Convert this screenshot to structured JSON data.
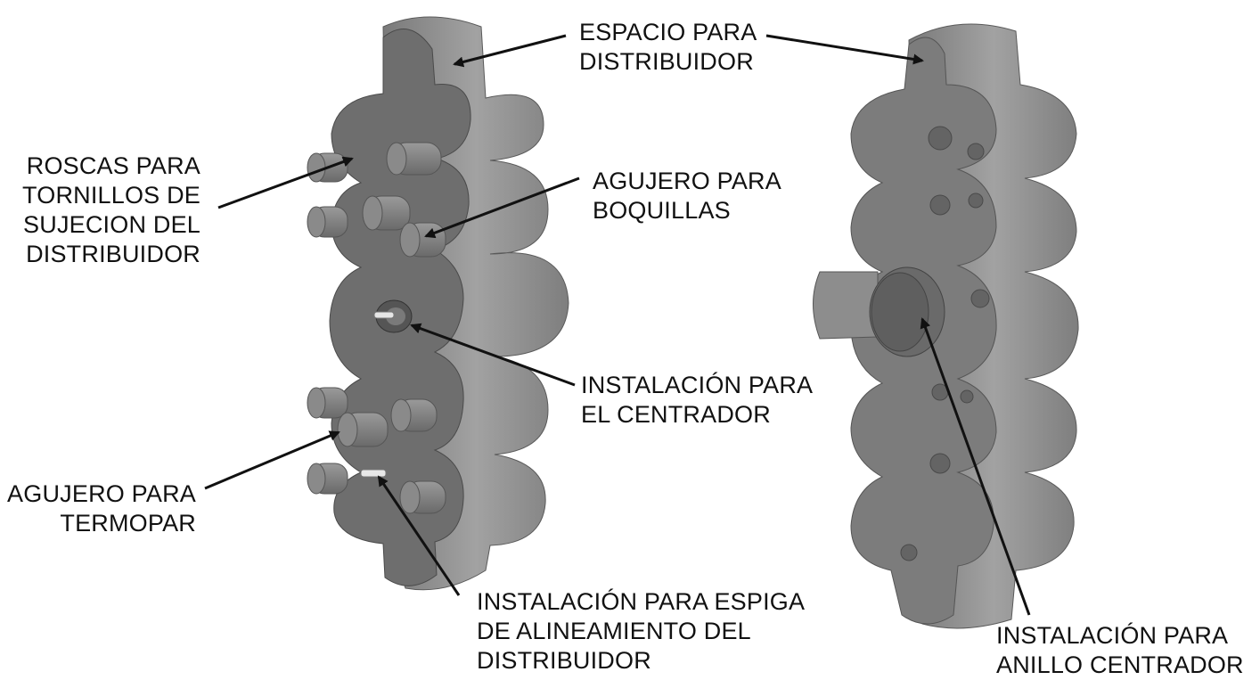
{
  "callouts": {
    "espacio_distribuidor": [
      "ESPACIO PARA",
      "DISTRIBUIDOR"
    ],
    "roscas_tornillos": [
      "ROSCAS PARA",
      "TORNILLOS DE",
      "SUJECION DEL",
      "DISTRIBUIDOR"
    ],
    "agujero_boquillas": [
      "AGUJERO PARA",
      "BOQUILLAS"
    ],
    "instalacion_centrador": [
      "INSTALACIÓN PARA",
      "EL CENTRADOR"
    ],
    "agujero_termopar": [
      "AGUJERO PARA",
      "TERMOPAR"
    ],
    "instalacion_espiga": [
      "INSTALACIÓN PARA ESPIGA",
      "DE ALINEAMIENTO DEL",
      "DISTRIBUIDOR"
    ],
    "instalacion_anillo": [
      "INSTALACIÓN PARA",
      "ANILLO CENTRADOR"
    ]
  },
  "colors": {
    "part_face": "#6f6f6f",
    "part_side": "#8c8c8c",
    "part_highlight": "#a4a4a4",
    "part_dark": "#4f4f4f",
    "arrow": "#111111"
  }
}
